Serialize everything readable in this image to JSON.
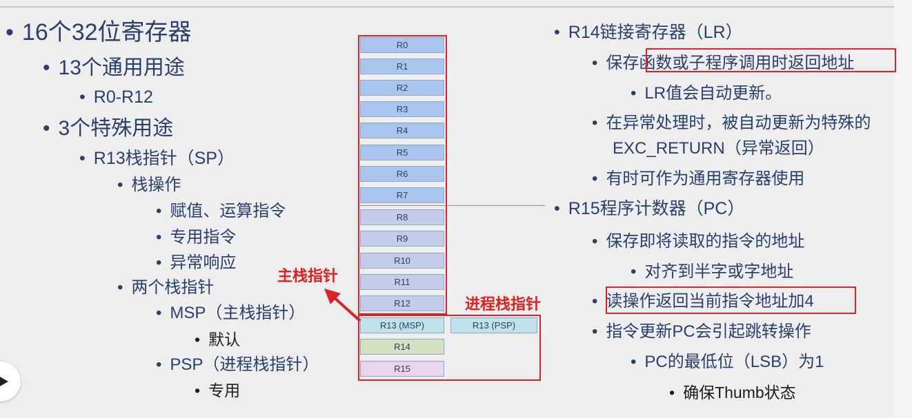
{
  "left": {
    "title": "16个32位寄存器",
    "general": "13个通用用途",
    "general_range": "R0-R12",
    "special": "3个特殊用途",
    "sp": "R13栈指针（SP）",
    "stack_ops": "栈操作",
    "op_assign": "赋值、运算指令",
    "op_dedicated": "专用指令",
    "op_exception": "异常响应",
    "two_sp": "两个栈指针",
    "msp": "MSP（主栈指针）",
    "msp_default": "默认",
    "psp": "PSP（进程栈指针）",
    "psp_dedicated": "专用"
  },
  "registers": [
    "R0",
    "R1",
    "R2",
    "R3",
    "R4",
    "R5",
    "R6",
    "R7",
    "R8",
    "R9",
    "R10",
    "R11",
    "R12",
    "R13 (MSP)",
    "R13 (PSP)",
    "R14",
    "R15"
  ],
  "labels": {
    "main_stack": "主栈指针",
    "process_stack": "进程栈指针"
  },
  "right": {
    "lr_title": "R14链接寄存器（LR）",
    "lr_save_prefix": "保存",
    "lr_save_highlight": "函数或子程序调用时返回地址",
    "lr_auto": "LR值会自动更新。",
    "lr_exc_1": "在异常处理时，被自动更新为特殊的",
    "lr_exc_2": "EXC_RETURN（异常返回）",
    "lr_general": "有时可作为通用寄存器使用",
    "pc_title": "R15程序计数器（PC）",
    "pc_save": "保存即将读取的指令的地址",
    "pc_align": "对齐到半字或字地址",
    "pc_read": "读操作返回当前指令地址加4",
    "pc_update": "指令更新PC会引起跳转操作",
    "pc_lsb": "PC的最低位（LSB）为1",
    "pc_thumb": "确保Thumb状态"
  },
  "colors": {
    "text": "#2b3f6b",
    "highlight_red": "#d9222a",
    "reg_blue": "#a9c6ee",
    "reg_lavender": "#c3cdea",
    "reg_cyan": "#bfe2ec",
    "reg_green": "#d3e2c3",
    "reg_pink": "#ead3ec"
  },
  "icons": {
    "play": "play-icon",
    "bullet": "bullet-dot"
  }
}
